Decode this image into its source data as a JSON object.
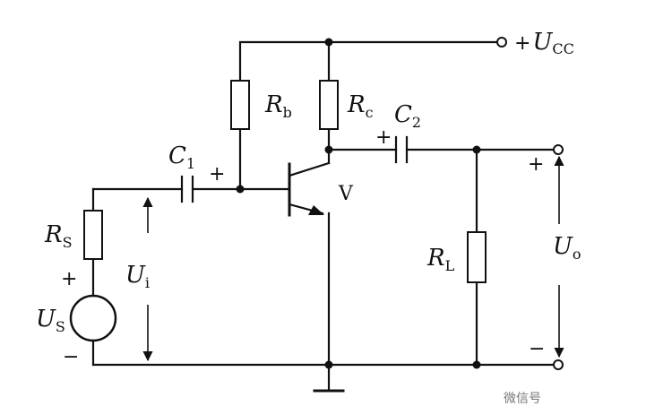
{
  "labels": {
    "ucc_sign": "+",
    "ucc_main": "U",
    "ucc_sub": "CC",
    "rb_main": "R",
    "rb_sub": "b",
    "rc_main": "R",
    "rc_sub": "c",
    "c1_main": "C",
    "c1_sub": "1",
    "c2_main": "C",
    "c2_sub": "2",
    "rs_main": "R",
    "rs_sub": "S",
    "us_main": "U",
    "us_sub": "S",
    "ui_main": "U",
    "ui_sub": "i",
    "rl_main": "R",
    "rl_sub": "L",
    "uo_main": "U",
    "uo_sub": "o",
    "transistor": "V",
    "plus_c1": "+",
    "plus_c2": "+",
    "plus_us": "+",
    "minus_us": "−",
    "plus_uo": "+",
    "minus_uo": "−"
  },
  "watermark": "微信号"
}
